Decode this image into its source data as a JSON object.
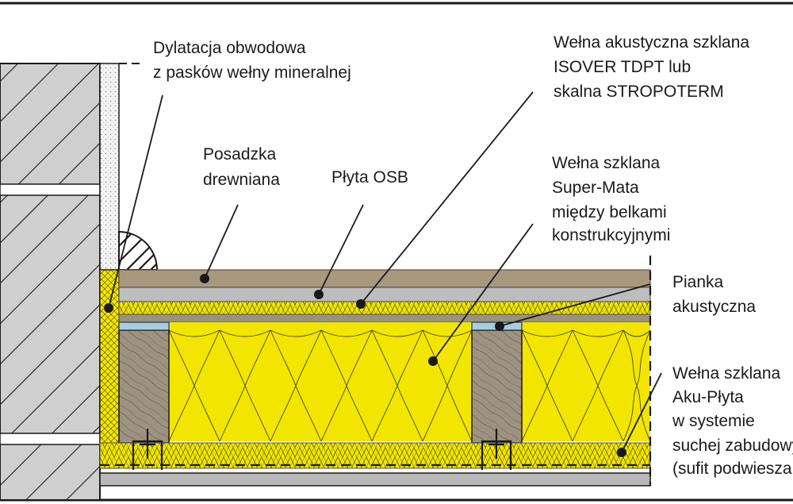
{
  "labels": {
    "dilatation": [
      "Dylatacja obwodowa",
      "z pasków wełny mineralnej"
    ],
    "acoustic_wool": [
      "Wełna akustyczna szklana",
      "ISOVER TDPT lub",
      "skalna STROPOTERM"
    ],
    "wood_floor": [
      "Posadzka",
      "drewniana"
    ],
    "osb": [
      "Płyta OSB"
    ],
    "super_mata": [
      "Wełna szklana",
      "Super-Mata",
      "między belkami",
      "konstrukcyjnymi"
    ],
    "acoustic_foam": [
      "Pianka",
      "akustyczna"
    ],
    "aku_plyta": [
      "Wełna szklana",
      "Aku-Płyta",
      "w systemie",
      "suchej zabudowy",
      "(sufit podwieszany)"
    ]
  },
  "colors": {
    "wood_floor": "#a8987e",
    "osb": "#bdbdbd",
    "mineral_wool": "#f2e600",
    "beam": "#9e9280",
    "ceiling_board": "#b8b8b8",
    "wall": "#cfcfcf",
    "foam_strip": "#a6cde0",
    "lines": "#1a1a1a"
  }
}
